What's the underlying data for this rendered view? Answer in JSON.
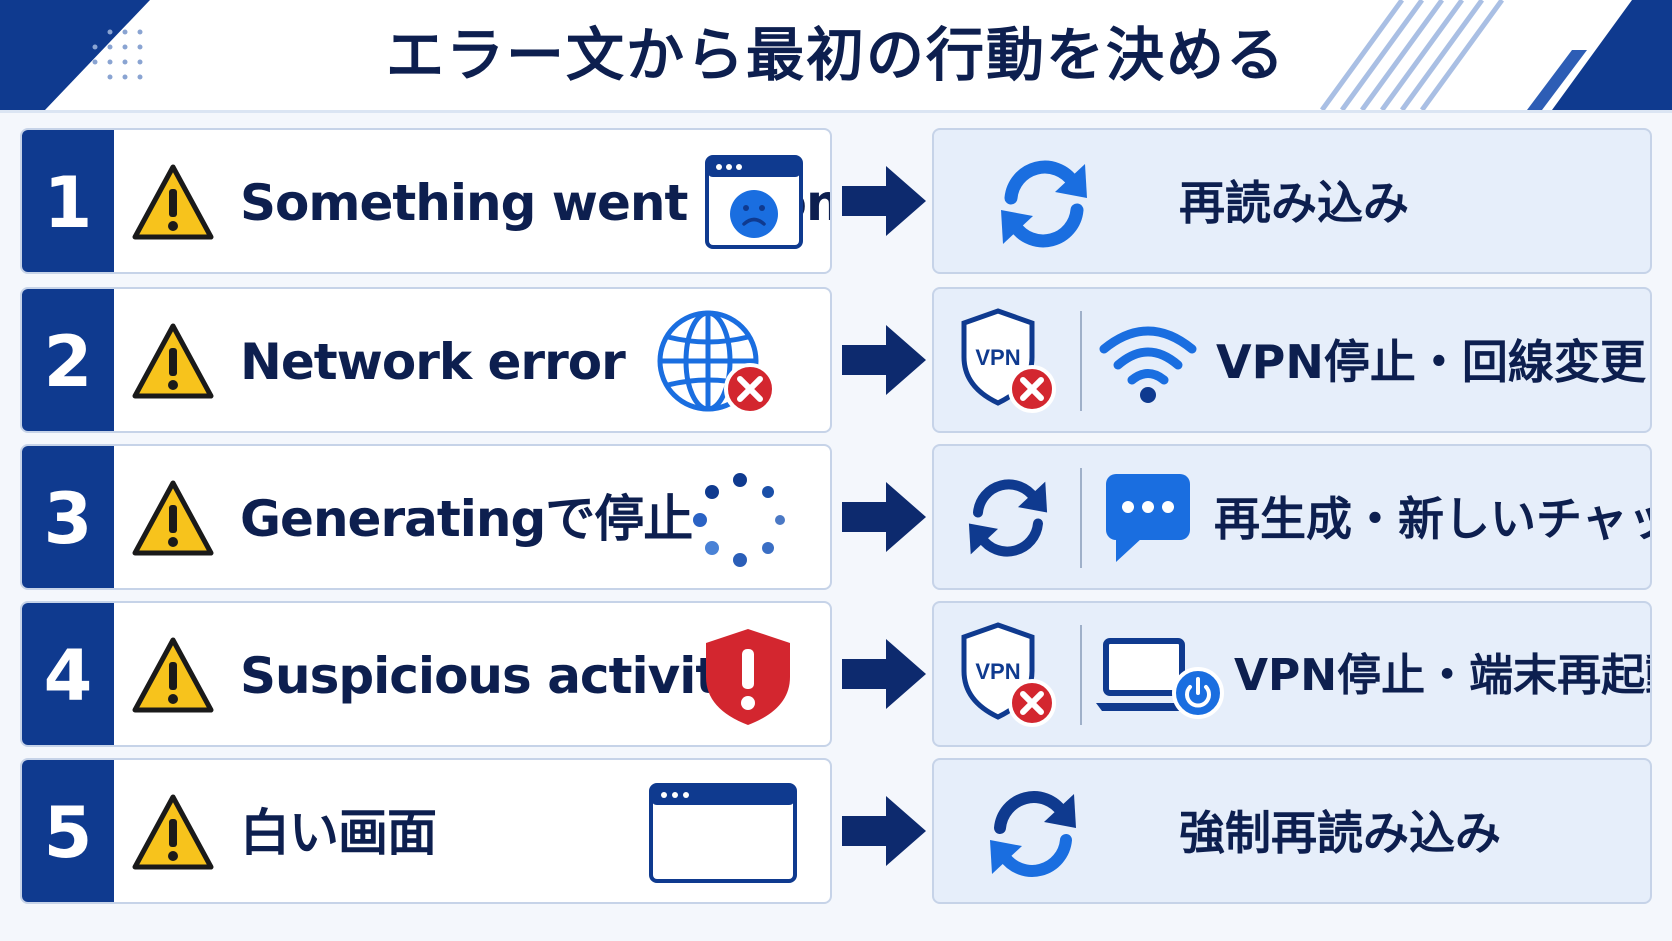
{
  "title": "エラー文から最初の行動を決める",
  "colors": {
    "navy": "#0f3a8f",
    "text": "#0d1f4f",
    "blue": "#1a6ee0",
    "red": "#d3262f",
    "warning": "#f7c31c"
  },
  "rows": [
    {
      "number": "1",
      "error": "Something went wrong",
      "error_icon": "sad-browser-icon",
      "action": "再読み込み",
      "action_icons": [
        "refresh-icon"
      ]
    },
    {
      "number": "2",
      "error": "Network error",
      "error_icon": "globe-error-icon",
      "action": "VPN停止・回線変更",
      "action_icons": [
        "vpn-shield-off-icon",
        "wifi-icon"
      ]
    },
    {
      "number": "3",
      "error": "Generatingで停止",
      "error_icon": "loading-spinner-icon",
      "action": "再生成・新しいチャット",
      "action_icons": [
        "refresh-icon",
        "chat-bubble-icon"
      ]
    },
    {
      "number": "4",
      "error": "Suspicious activity",
      "error_icon": "shield-alert-icon",
      "action": "VPN停止・端末再起動",
      "action_icons": [
        "vpn-shield-off-icon",
        "laptop-power-icon"
      ]
    },
    {
      "number": "5",
      "error": "白い画面",
      "error_icon": "blank-browser-icon",
      "action": "強制再読み込み",
      "action_icons": [
        "refresh-icon"
      ]
    }
  ],
  "icon_labels": {
    "vpn": "VPN"
  }
}
